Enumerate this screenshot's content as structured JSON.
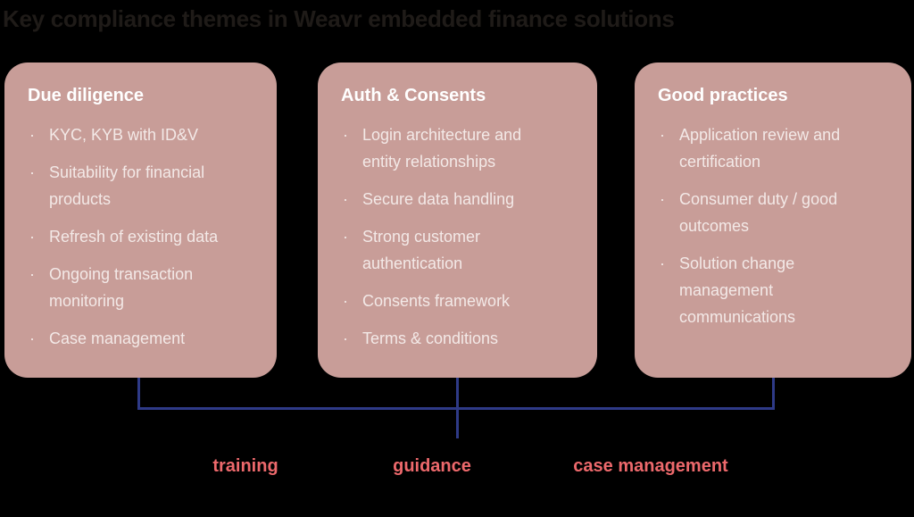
{
  "title": "Key compliance themes in Weavr embedded finance solutions",
  "bullet_glyph": "·",
  "colors": {
    "background": "#000000",
    "title_text": "#1f1b18",
    "card_bg": "#c89d98",
    "card_heading": "#ffffff",
    "card_text": "#f3e9e7",
    "connector": "#2e3a87",
    "label_text": "#ed696c"
  },
  "cards": [
    {
      "heading": "Due diligence",
      "items": [
        "KYC, KYB with ID&V",
        "Suitability for financial products",
        "Refresh of existing data",
        "Ongoing transaction monitoring",
        "Case management"
      ]
    },
    {
      "heading": "Auth & Consents",
      "items": [
        "Login architecture and entity relationships",
        "Secure data handling",
        "Strong customer authentication",
        "Consents framework",
        "Terms & conditions"
      ]
    },
    {
      "heading": "Good practices",
      "items": [
        "Application review and certification",
        "Consumer duty / good outcomes",
        "Solution change management communications"
      ]
    }
  ],
  "footer_labels": [
    {
      "text": "training"
    },
    {
      "text": "guidance"
    },
    {
      "text": "case management"
    }
  ]
}
